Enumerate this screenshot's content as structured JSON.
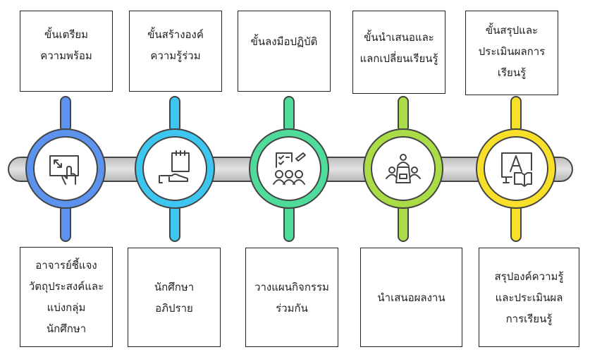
{
  "steps": [
    {
      "title": [
        "ขั้นเตรียม",
        "ความพร้อม"
      ],
      "description": [
        "อาจารย์ชี้แจง",
        "วัตถุประสงค์และ",
        "แบ่งกลุ่ม",
        "นักศึกษา"
      ],
      "icon": "touch-screen-icon",
      "color": "#5b93ee"
    },
    {
      "title": [
        "ขั้นสร้างองค์",
        "ความรู้ร่วม"
      ],
      "description": [
        "นักศึกษา",
        "อภิปราย"
      ],
      "icon": "notepad-hand-icon",
      "color": "#3dc6f0"
    },
    {
      "title": [
        "ขั้นลงมือปฏิบัติ"
      ],
      "description": [
        "วางแผนกิจกรรม",
        "ร่วมกัน"
      ],
      "icon": "group-planning-icon",
      "color": "#4fdc9a"
    },
    {
      "title": [
        "ขั้นนำเสนอและ",
        "แลกเปลี่ยนเรียนรู้"
      ],
      "description": [
        "นำเสนอผลงาน"
      ],
      "icon": "meeting-table-icon",
      "color": "#a9dc47"
    },
    {
      "title": [
        "ขั้นสรุปและ",
        "ประเมินผลการ",
        "เรียนรู้"
      ],
      "description": [
        "สรุปองค์ความรู้",
        "และประเมินผล",
        "การเรียนรู้"
      ],
      "icon": "computer-book-icon",
      "color": "#f7df2a"
    }
  ]
}
